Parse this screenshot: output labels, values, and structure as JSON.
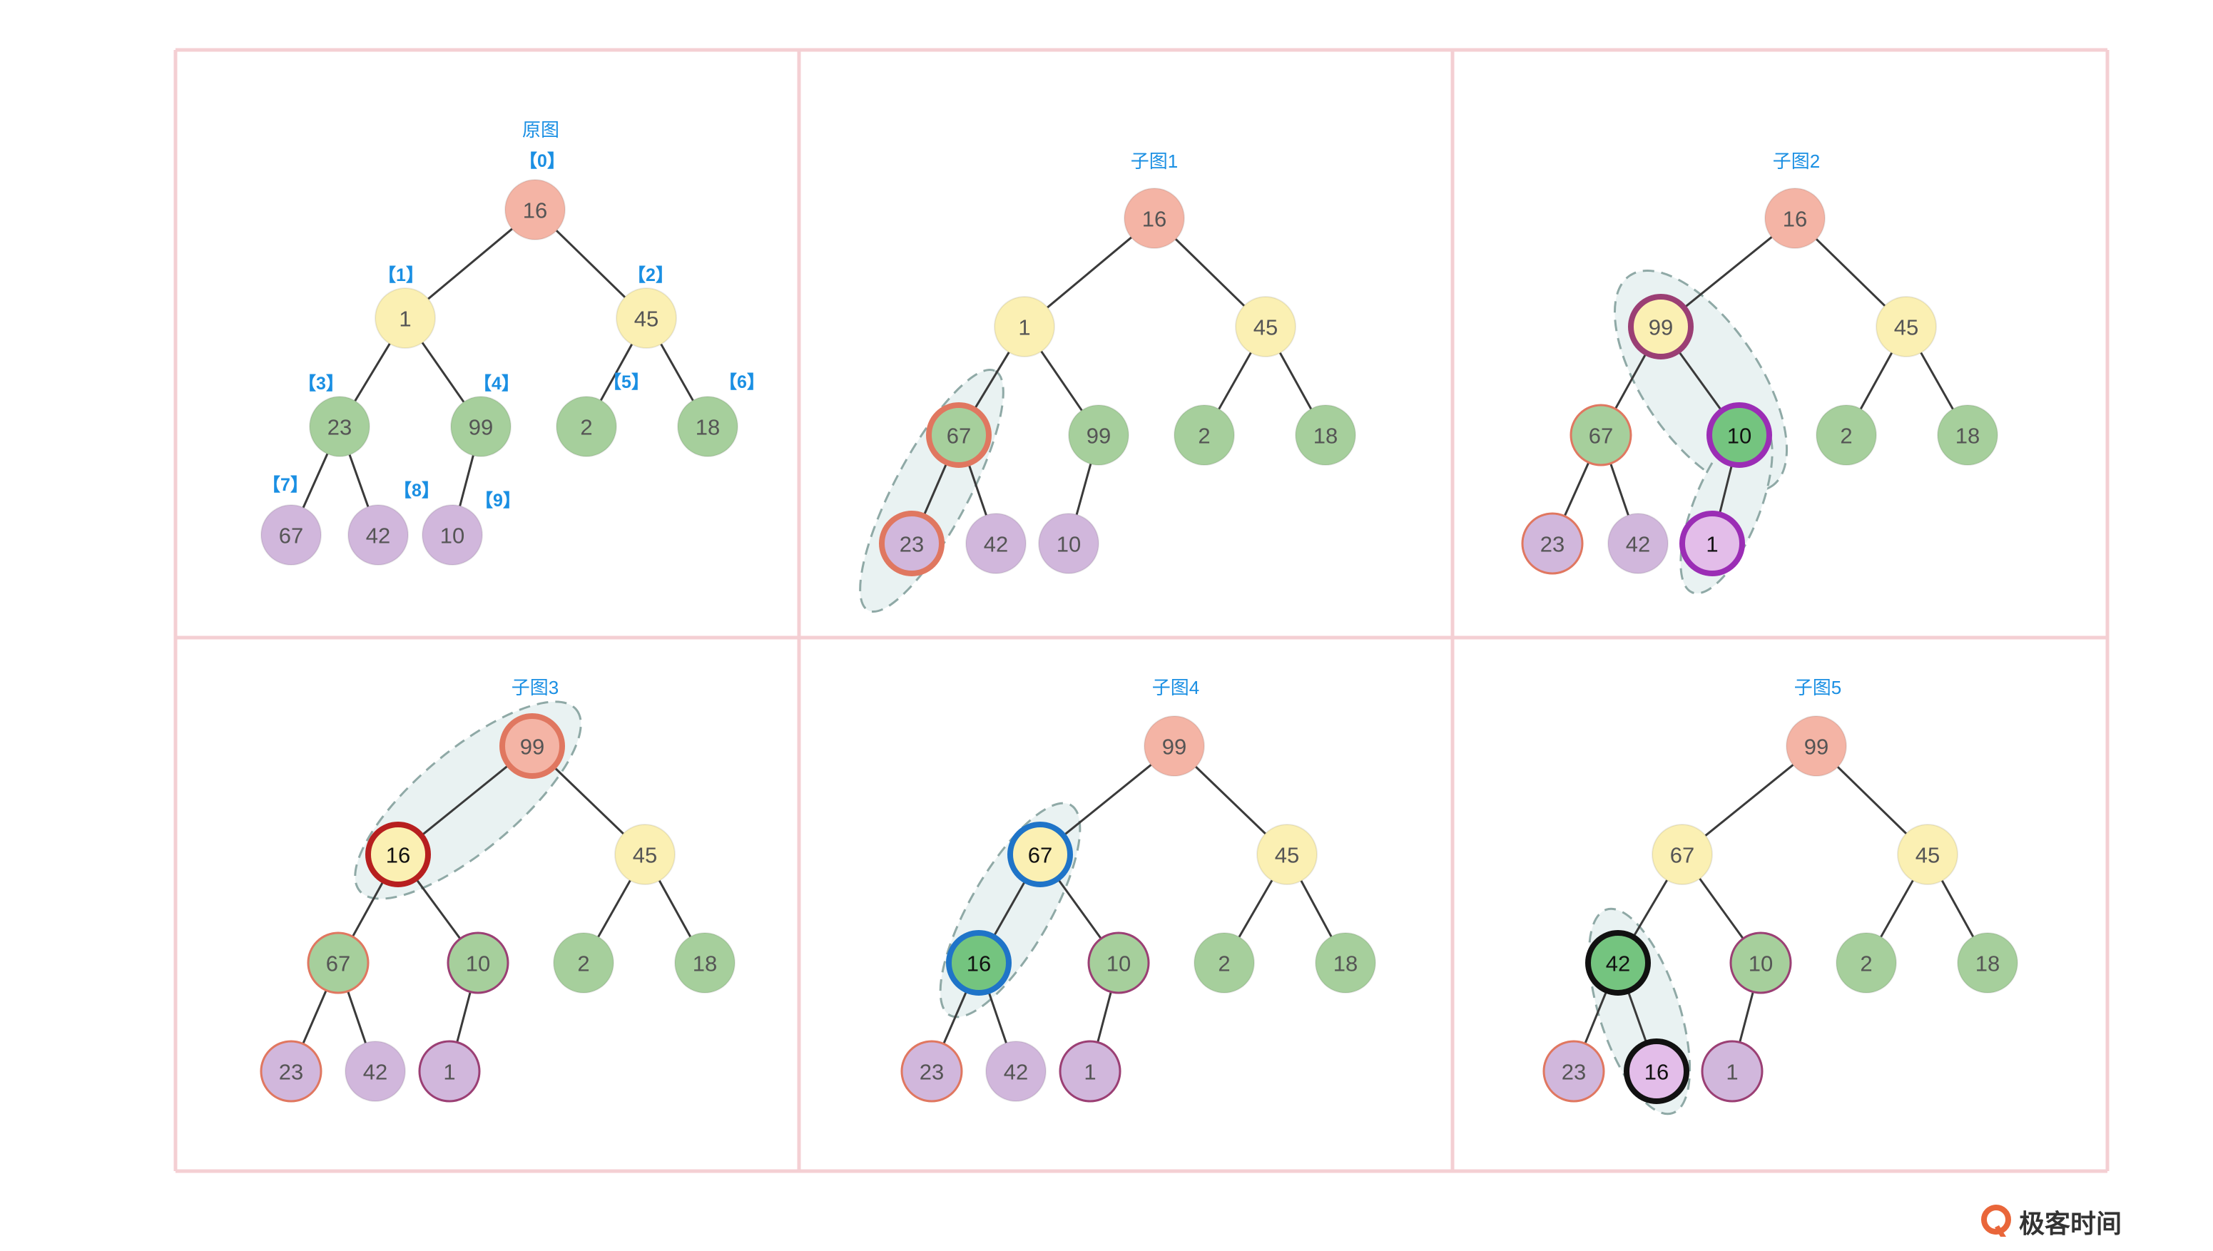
{
  "colors": {
    "red": "#f4b4a5",
    "yellow": "#fbf0b3",
    "green": "#a6cf9c",
    "purple": "#d1b7dc",
    "greenStrong": "#74c47f",
    "purpleStrong": "#e3bde9",
    "ringRed": "#e07760",
    "ringPurple": "#9b3f74",
    "ringViolet": "#9b2db5",
    "ringDarkRed": "#b71f1f",
    "ringBlue": "#1f74c8",
    "ringBlack": "#111111"
  },
  "brand": {
    "text": "极客时间",
    "icon": "geekbang-logo-icon"
  },
  "panels": [
    {
      "title": "原图",
      "nodes": [
        {
          "v": "16",
          "c": "red",
          "idx": "【0】"
        },
        {
          "v": "1",
          "c": "yellow",
          "idx": "【1】"
        },
        {
          "v": "45",
          "c": "yellow",
          "idx": "【2】"
        },
        {
          "v": "23",
          "c": "green",
          "idx": "【3】"
        },
        {
          "v": "99",
          "c": "green",
          "idx": "【4】"
        },
        {
          "v": "2",
          "c": "green",
          "idx": "【5】"
        },
        {
          "v": "18",
          "c": "green",
          "idx": "【6】"
        },
        {
          "v": "67",
          "c": "purple",
          "idx": "【7】"
        },
        {
          "v": "42",
          "c": "purple",
          "idx": "【8】"
        },
        {
          "v": "10",
          "c": "purple",
          "idx": "【9】"
        }
      ]
    },
    {
      "title": "子图1",
      "nodes": [
        {
          "v": "16",
          "c": "red"
        },
        {
          "v": "1",
          "c": "yellow"
        },
        {
          "v": "45",
          "c": "yellow"
        },
        {
          "v": "67",
          "c": "green",
          "ring": "ringRed",
          "bold": true
        },
        {
          "v": "99",
          "c": "green"
        },
        {
          "v": "2",
          "c": "green"
        },
        {
          "v": "18",
          "c": "green"
        },
        {
          "v": "23",
          "c": "purple",
          "ring": "ringRed",
          "bold": true
        },
        {
          "v": "42",
          "c": "purple"
        },
        {
          "v": "10",
          "c": "purple"
        }
      ]
    },
    {
      "title": "子图2",
      "nodes": [
        {
          "v": "16",
          "c": "red"
        },
        {
          "v": "99",
          "c": "yellow",
          "ring": "ringPurple",
          "bold": true
        },
        {
          "v": "45",
          "c": "yellow"
        },
        {
          "v": "67",
          "c": "green",
          "ring": "ringRed"
        },
        {
          "v": "10",
          "c": "greenStrong",
          "ring": "ringViolet",
          "bold": true,
          "dark": true
        },
        {
          "v": "2",
          "c": "green"
        },
        {
          "v": "18",
          "c": "green"
        },
        {
          "v": "23",
          "c": "purple",
          "ring": "ringRed"
        },
        {
          "v": "42",
          "c": "purple"
        },
        {
          "v": "1",
          "c": "purpleStrong",
          "ring": "ringViolet",
          "bold": true,
          "dark": true
        }
      ]
    },
    {
      "title": "子图3",
      "nodes": [
        {
          "v": "99",
          "c": "red",
          "ring": "ringRed",
          "bold": true
        },
        {
          "v": "16",
          "c": "yellow",
          "ring": "ringDarkRed",
          "bold": true,
          "dark": true
        },
        {
          "v": "45",
          "c": "yellow"
        },
        {
          "v": "67",
          "c": "green",
          "ring": "ringRed"
        },
        {
          "v": "10",
          "c": "green",
          "ring": "ringPurple"
        },
        {
          "v": "2",
          "c": "green"
        },
        {
          "v": "18",
          "c": "green"
        },
        {
          "v": "23",
          "c": "purple",
          "ring": "ringRed"
        },
        {
          "v": "42",
          "c": "purple"
        },
        {
          "v": "1",
          "c": "purple",
          "ring": "ringPurple"
        }
      ]
    },
    {
      "title": "子图4",
      "nodes": [
        {
          "v": "99",
          "c": "red"
        },
        {
          "v": "67",
          "c": "yellow",
          "ring": "ringBlue",
          "bold": true,
          "dark": true
        },
        {
          "v": "45",
          "c": "yellow"
        },
        {
          "v": "16",
          "c": "greenStrong",
          "ring": "ringBlue",
          "bold": true,
          "dark": true
        },
        {
          "v": "10",
          "c": "green",
          "ring": "ringPurple"
        },
        {
          "v": "2",
          "c": "green"
        },
        {
          "v": "18",
          "c": "green"
        },
        {
          "v": "23",
          "c": "purple",
          "ring": "ringRed"
        },
        {
          "v": "42",
          "c": "purple"
        },
        {
          "v": "1",
          "c": "purple",
          "ring": "ringPurple"
        }
      ]
    },
    {
      "title": "子图5",
      "nodes": [
        {
          "v": "99",
          "c": "red"
        },
        {
          "v": "67",
          "c": "yellow"
        },
        {
          "v": "45",
          "c": "yellow"
        },
        {
          "v": "42",
          "c": "greenStrong",
          "ring": "ringBlack",
          "bold": true,
          "dark": true
        },
        {
          "v": "10",
          "c": "green",
          "ring": "ringPurple"
        },
        {
          "v": "2",
          "c": "green"
        },
        {
          "v": "18",
          "c": "green"
        },
        {
          "v": "23",
          "c": "purple",
          "ring": "ringRed"
        },
        {
          "v": "16",
          "c": "purpleStrong",
          "ring": "ringBlack",
          "bold": true,
          "dark": true
        },
        {
          "v": "1",
          "c": "purple",
          "ring": "ringPurple"
        }
      ]
    }
  ]
}
